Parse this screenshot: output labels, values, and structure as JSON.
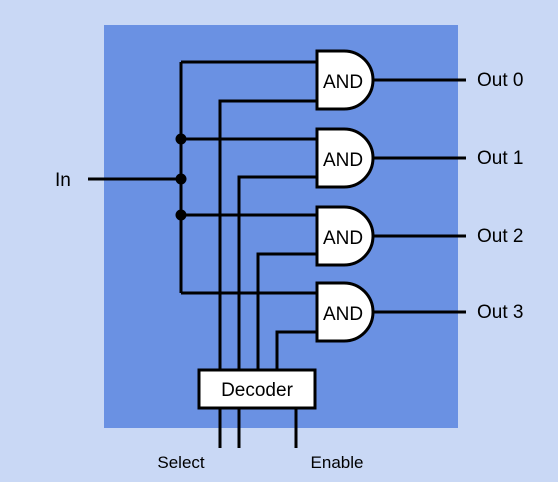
{
  "diagram": {
    "input_label": "In",
    "gate_label": "AND",
    "gates": [
      {
        "output_label": "Out 0"
      },
      {
        "output_label": "Out 1"
      },
      {
        "output_label": "Out 2"
      },
      {
        "output_label": "Out 3"
      }
    ],
    "decoder_label": "Decoder",
    "select_label": "Select",
    "enable_label": "Enable"
  },
  "colors": {
    "background": "#c9d8f5",
    "panel": "#6a91e3",
    "line": "#000000",
    "component_fill": "#ffffff"
  }
}
